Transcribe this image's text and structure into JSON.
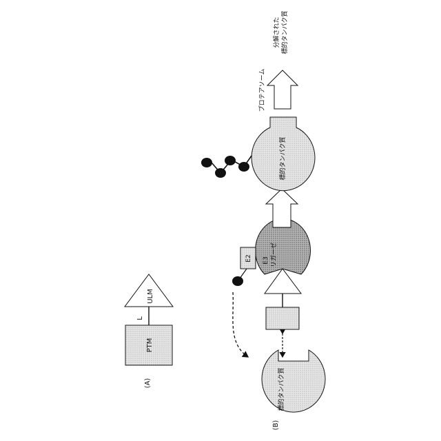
{
  "panel_a": {
    "label": "(A)",
    "ptm_label": "PTM",
    "linker_label": "L",
    "ulm_label": "ULM"
  },
  "panel_b": {
    "label": "(B)",
    "target_protein_label": "標的タンパク質",
    "e2_label": "E2",
    "e3_label_line1": "E3",
    "e3_label_line2": "リガーゼ",
    "proteasome_label": "プロテアソーム",
    "degraded_label_line1": "分解された",
    "degraded_label_line2": "標的タンパク質"
  },
  "colors": {
    "stipple_light": "#dcdcdc",
    "stipple_dark": "#a8a8a8",
    "outline": "#111111"
  }
}
